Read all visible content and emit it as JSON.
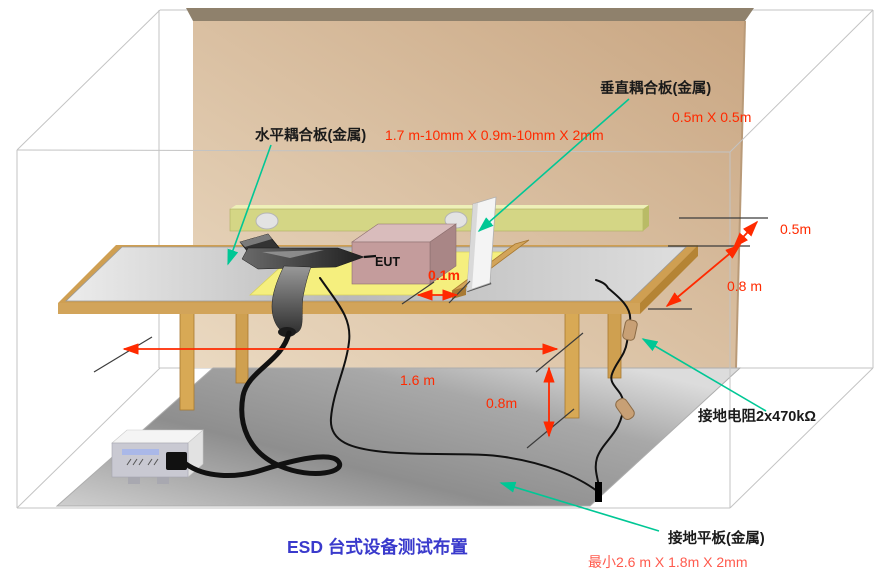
{
  "title": "ESD 台式设备测试布置",
  "labels": {
    "hcp": {
      "name": "水平耦合板(金属)",
      "dims": "1.7 m-10mm  X  0.9m-10mm X 2mm"
    },
    "vcp": {
      "name": "垂直耦合板(金属)",
      "dims": "0.5m  X  0.5m"
    },
    "eut": "EUT",
    "ground_resistor": "接地电阻2x470kΩ",
    "ground_plane": {
      "name": "接地平板(金属)",
      "dims": "最小2.6 m  X  1.8m X 2mm"
    }
  },
  "dims": {
    "vcp_gap": "0.1m",
    "upper": "0.5m",
    "lower": "0.8 m",
    "width": "1.6 m",
    "height": "0.8m"
  },
  "colors": {
    "dimension_red": "#ff2a00",
    "pointer_green": "#00c795",
    "title_blue": "#3a3acc",
    "wall_tan": "#d3b996",
    "beam_olive": "#d4d685",
    "hcp_gray": "#c4c4c4",
    "mat_yellow": "#f5ef7e",
    "eut_pink": "#c49c9c",
    "wood_tan": "#d2a45a",
    "ground_plane_gray": "#9a9a9a"
  }
}
